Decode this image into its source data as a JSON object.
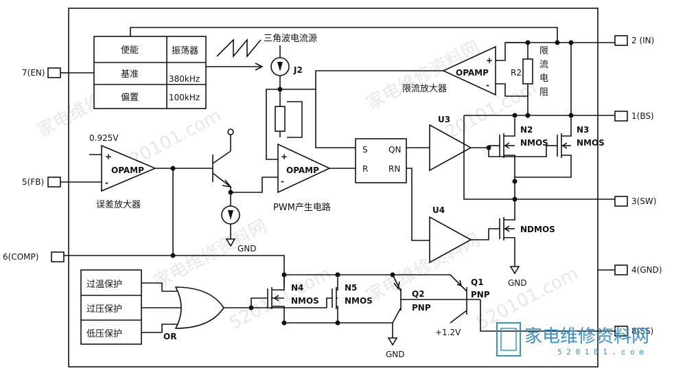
{
  "pins": {
    "en": "7(EN)",
    "fb": "5(FB)",
    "comp": "6(COMP)",
    "in": "2 (IN)",
    "bs": "1(BS)",
    "sw": "3(SW)",
    "gnd": "4(GND)",
    "ss": "8(SS)"
  },
  "blocks": {
    "enable": "使能",
    "reference": "基准",
    "bias": "偏置",
    "oscillator": "振荡器",
    "freq_380": "380kHz",
    "freq_100": "100kHz",
    "triangle_source": "三角波电流源",
    "j2": "J2",
    "opamp": "OPAMP",
    "current_limit_amp": "限流放大器",
    "r2": "R2",
    "current_limit_resistor": [
      "限",
      "流",
      "电",
      "阻"
    ],
    "ref_voltage": "0.925V",
    "error_amp": "误差放大器",
    "pwm_circuit": "PWM产生电路",
    "sr_s": "S",
    "sr_r": "R",
    "sr_qn": "QN",
    "sr_rn": "RN",
    "u3": "U3",
    "u4": "U4",
    "n2": "N2",
    "n3": "N3",
    "nmos": "NMOS",
    "ndmos": "NDMOS",
    "n4": "N4",
    "n5": "N5",
    "q2": "Q2",
    "q1": "Q1",
    "pnp": "PNP",
    "v12": "+1.2V",
    "gnd": "GND",
    "or": "OR",
    "over_temp": "过温保护",
    "over_volt": "过压保护",
    "under_volt": "低压保护",
    "plus": "+",
    "minus": "-"
  },
  "watermark": {
    "text1": "家电维修资料网",
    "text2": "520101.com",
    "brand": "家电维修资料网",
    "brand_url": "5 2 0 1 0 1 . c o m"
  }
}
